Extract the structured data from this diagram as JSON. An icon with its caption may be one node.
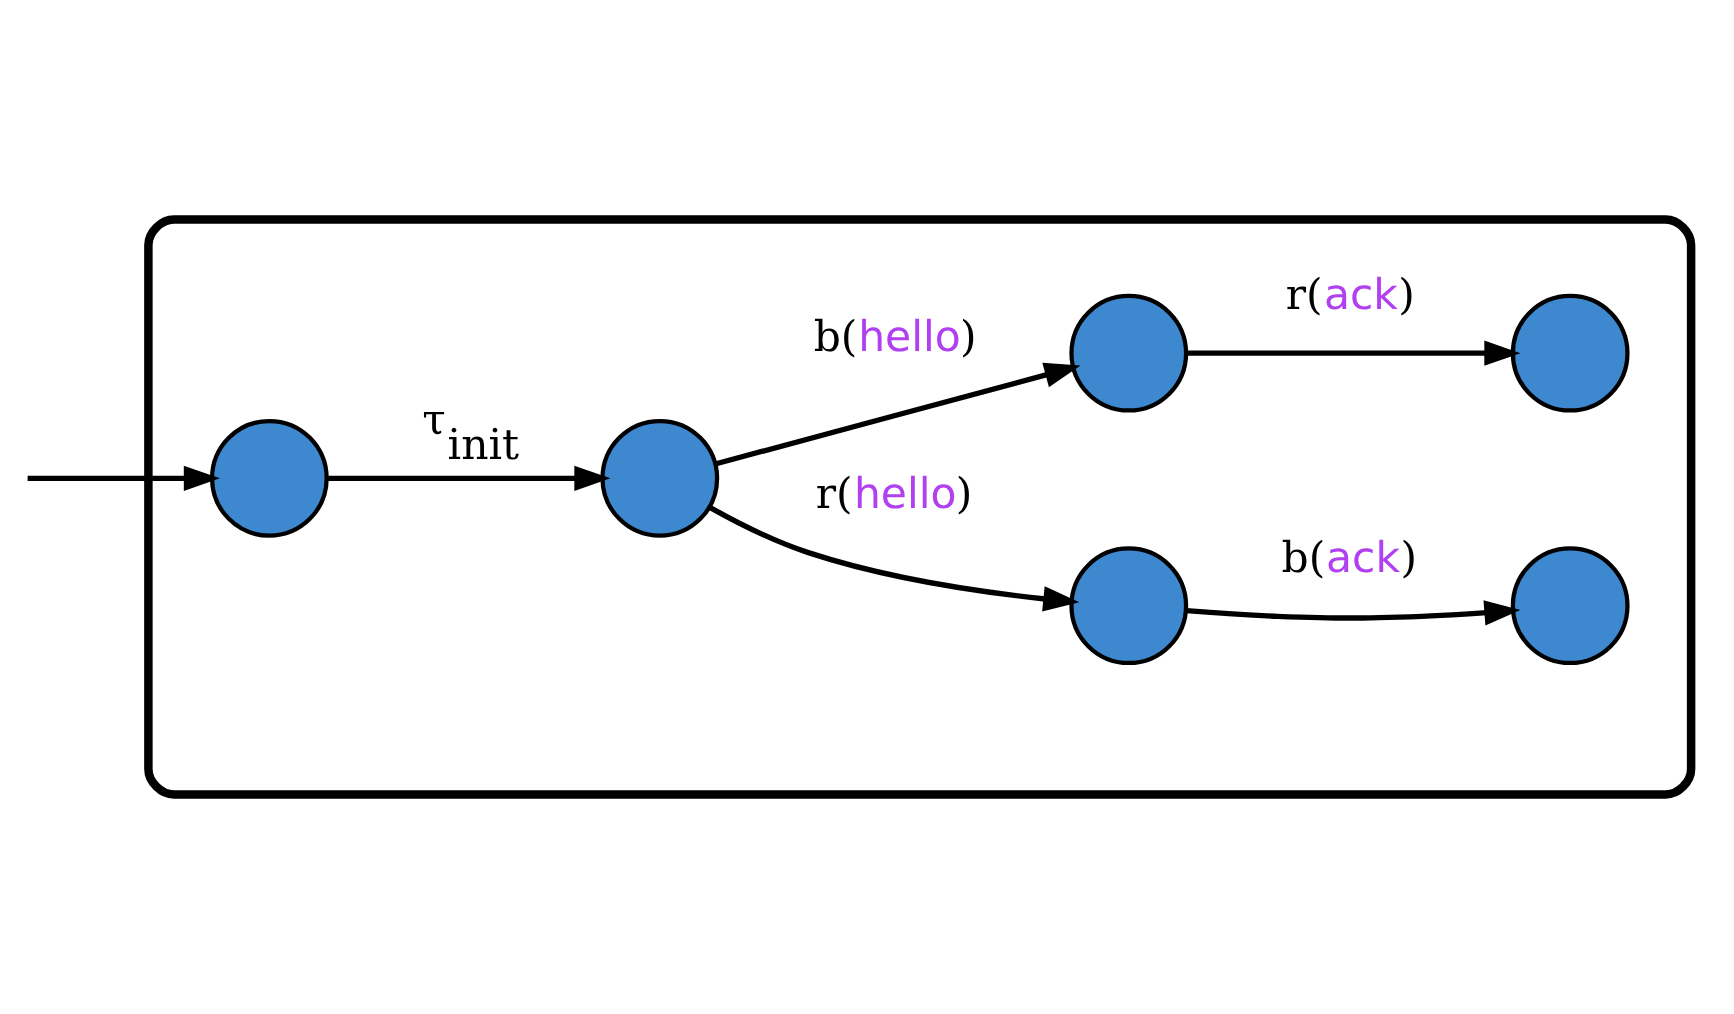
{
  "diagram": {
    "nodes": [
      {
        "text": [],
        "shape": "box"
      },
      {
        "text": [],
        "shape": "circle",
        "in": 0
      },
      {
        "text": [],
        "shape": "circle",
        "in": 0
      },
      {
        "text": [],
        "shape": "circle",
        "in": 0
      },
      {
        "text": [],
        "shape": "circle",
        "in": 0
      },
      {
        "text": [],
        "shape": "circle",
        "in": 0
      },
      {
        "text": [],
        "shape": "circle",
        "in": 0
      }
    ],
    "edges": [
      {
        "from": null,
        "to": 1,
        "arrow": "to"
      },
      {
        "from": 1,
        "to": 2,
        "arrow": "to",
        "label": "τ$_{init}$"
      },
      {
        "from": 2,
        "to": 3,
        "arrow": "to",
        "label": "r(hello)"
      },
      {
        "from": 2,
        "to": 4,
        "arrow": "to",
        "label": "b(hello)"
      },
      {
        "from": 3,
        "to": 5,
        "arrow": "to",
        "label": "b(ack)"
      },
      {
        "from": 4,
        "to": 6,
        "arrow": "to",
        "label": "r(ack)"
      }
    ]
  }
}
